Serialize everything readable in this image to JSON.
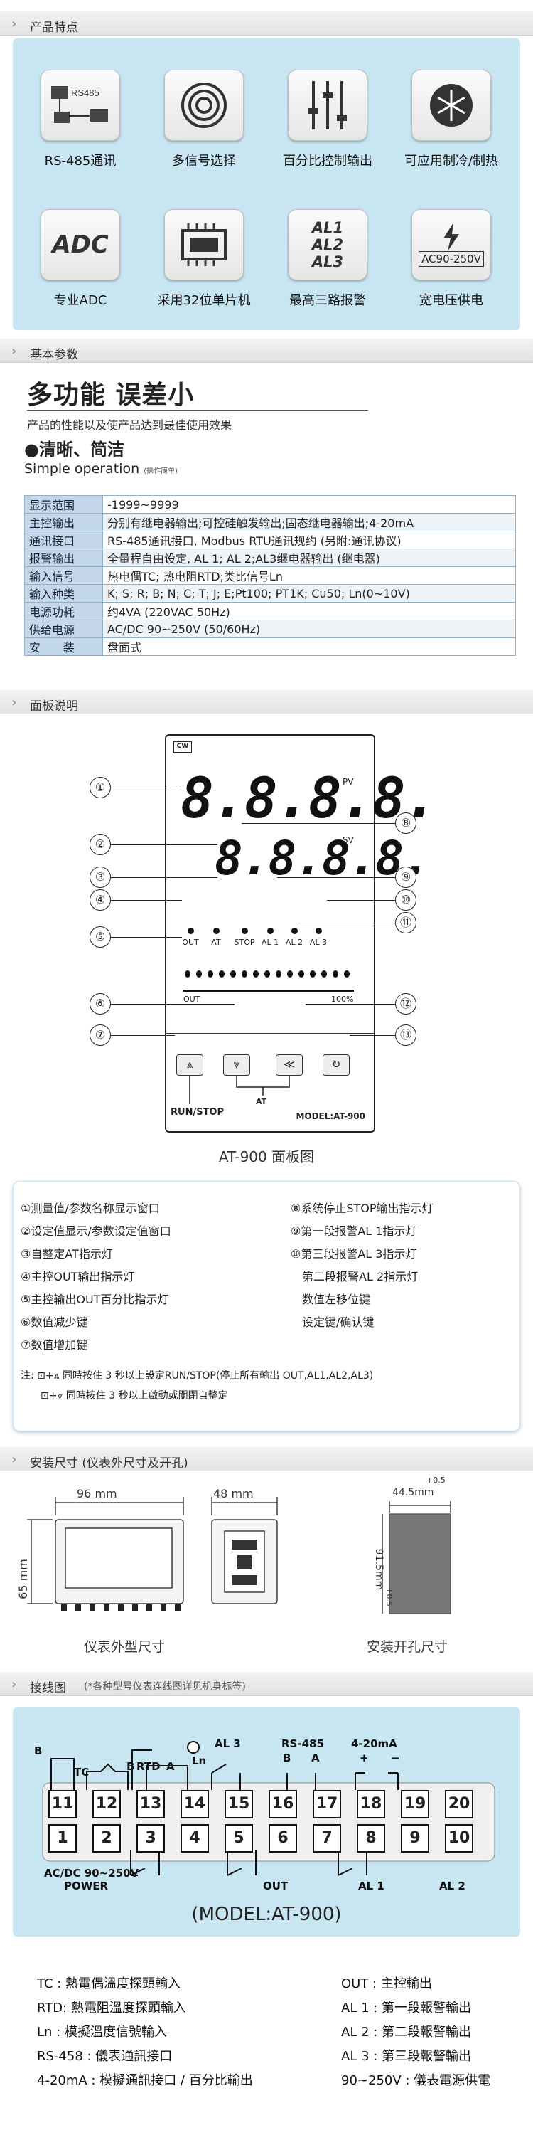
{
  "sections": {
    "features": "产品特点",
    "params": "基本参数",
    "panel": "面板说明",
    "dims": "安装尺寸 (仪表外尺寸及开孔)",
    "wiring": "接线图",
    "wiring_note": "(*各种型号仪表连线图详见机身标签)"
  },
  "features": [
    {
      "label": "RS-485通讯",
      "icon_text": "RS485"
    },
    {
      "label": "多信号选择",
      "icon_text": ""
    },
    {
      "label": "百分比控制输出",
      "icon_text": ""
    },
    {
      "label": "可应用制冷/制热",
      "icon_text": ""
    },
    {
      "label": "专业ADC",
      "icon_text": "ADC"
    },
    {
      "label": "采用32位单片机",
      "icon_text": ""
    },
    {
      "label": "最高三路报警",
      "icon_text": "AL1 AL2 AL3"
    },
    {
      "label": "宽电压供电",
      "icon_text": "AC90-250V"
    }
  ],
  "headline": "多功能 误差小",
  "headline_sub": "产品的性能以及使产品达到最佳使用效果",
  "clear_title": "●清晰、简洁",
  "simple_op": "Simple operation",
  "simple_op_note": "(操作简单)",
  "specs": [
    {
      "k": "显示范围",
      "v": "-1999~9999"
    },
    {
      "k": "主控输出",
      "v": "分别有继电器输出;可控硅触发输出;固态继电器输出;4-20mA"
    },
    {
      "k": "通讯接口",
      "v": "RS-485通讯接口, Modbus RTU通讯规约 (另附:通讯协议)"
    },
    {
      "k": "报警输出",
      "v": "全量程自由设定, AL 1; AL 2;AL3继电器输出 (继电器)"
    },
    {
      "k": "输入信号",
      "v": "热电偶TC; 热电阻RTD;类比信号Ln"
    },
    {
      "k": "输入种类",
      "v": "K; S; R; B; N; C; T; J; E;Pt100; PT1K; Cu50; Ln(0~10V)"
    },
    {
      "k": "电源功耗",
      "v": "约4VA (220VAC 50Hz)"
    },
    {
      "k": "供给电源",
      "v": "AC/DC 90~250V (50/60Hz)"
    },
    {
      "k": "安　　装",
      "v": "盘面式"
    }
  ],
  "device": {
    "logo": "CW",
    "pv_digits": "8.8.8.8.",
    "sv_digits": "8.8.8.8.",
    "pv": "PV",
    "sv": "SV",
    "leds": [
      "OUT",
      "AT",
      "STOP",
      "AL 1",
      "AL 2",
      "AL 3"
    ],
    "bar_out": "OUT",
    "bar_100": "100%",
    "keys": [
      "⩓",
      "⩔",
      "≪",
      "↻"
    ],
    "at": "AT",
    "runstop": "RUN/STOP",
    "model": "MODEL:AT-900"
  },
  "callouts": [
    "①",
    "②",
    "③",
    "④",
    "⑤",
    "⑥",
    "⑦",
    "⑧",
    "⑨",
    "⑩",
    "⑪",
    "⑫",
    "⑬"
  ],
  "panel_caption": "AT-900 面板图",
  "legend_left": [
    "①测量值/参数名称显示窗口",
    "②设定值显示/参数设定值窗口",
    "③自整定AT指示灯",
    "④主控OUT输出指示灯",
    "⑤主控输出OUT百分比指示灯",
    "⑥数值减少键",
    "⑦数值增加键"
  ],
  "legend_right": [
    "⑧系统停止STOP输出指示灯",
    "⑨第一段报警AL 1指示灯",
    "⑩第三段报警AL 3指示灯",
    "　第二段报警AL 2指示灯",
    "　数值左移位键",
    "　设定键/确认键"
  ],
  "legend_note1": "注: ⊡+⩓ 同時按住 3 秒以上設定RUN/STOP(停止所有輸出 OUT,AL1,AL2,AL3)",
  "legend_note2": "　　⊡+⩔ 同時按住 3 秒以上啟動或關閉自整定",
  "dims": {
    "w96": "96 mm",
    "w48": "48 mm",
    "h65": "65 mm",
    "cut_w": "44.5mm",
    "cut_tol": "+0.5",
    "cut_h": "91.5mm",
    "cut_h_tol": "+0.5",
    "outer_cap": "仪表外型尺寸",
    "cut_cap": "安装开孔尺寸"
  },
  "wiring": {
    "top_terms": [
      "11",
      "12",
      "13",
      "14",
      "15",
      "16",
      "17",
      "18",
      "19",
      "20"
    ],
    "bot_terms": [
      "1",
      "2",
      "3",
      "4",
      "5",
      "6",
      "7",
      "8",
      "9",
      "10"
    ],
    "top_labels": {
      "tc": "TC",
      "rtd": "RTD",
      "ln": "Ln",
      "b": "B",
      "a": "A",
      "al3": "AL 3",
      "rs485": "RS-485",
      "rb": "B",
      "ra": "A",
      "ma": "4-20mA",
      "plus": "+",
      "minus": "−"
    },
    "bot_labels": {
      "power": "AC/DC 90~250V",
      "power2": "POWER",
      "out": "OUT",
      "al1": "AL 1",
      "al2": "AL 2"
    },
    "model": "(MODEL:AT-900)"
  },
  "wiring_legend_left": [
    "TC : 熱電偶溫度探頭輸入",
    "RTD: 熱電阻溫度探頭輸入",
    "Ln : 模擬溫度信號輸入",
    "RS-458 : 儀表通訊接口",
    "4-20mA : 模擬通訊接口 / 百分比輸出"
  ],
  "wiring_legend_right": [
    "OUT : 主控輸出",
    "AL 1 : 第一段報警輸出",
    "AL 2 : 第二段報警輸出",
    "AL 3 : 第三段報警輸出",
    "90~250V : 儀表電源供電"
  ],
  "colors": {
    "panel": "#c8e6f2",
    "header": "#e8e8e8",
    "table_key": "#c5d8ea"
  }
}
